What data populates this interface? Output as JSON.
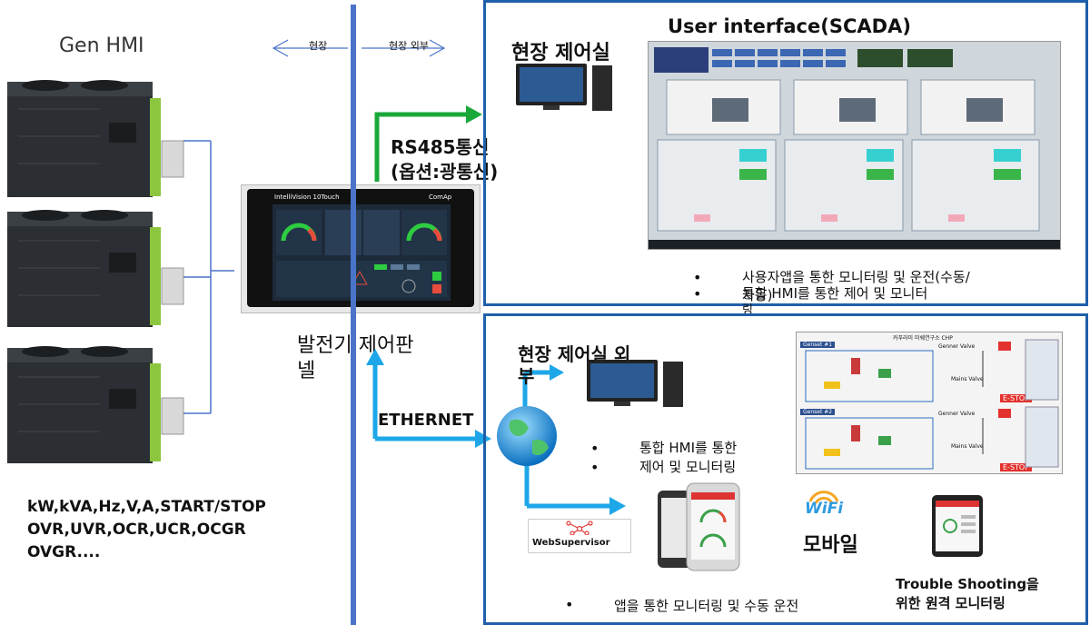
{
  "left": {
    "title": "Gen HMI",
    "specs": [
      "kW,kVA,Hz,V,A,START/STOP",
      "OVR,UVR,OCR,UCR,OCGR",
      "OVGR...."
    ]
  },
  "divider": {
    "left_label": "현장",
    "right_label": "현장 외부"
  },
  "panel": {
    "device_brand_left": "IntelliVision 10Touch",
    "device_brand_right": "ComAp",
    "title_line1": "발전기 제어판",
    "title_line2": "넬"
  },
  "links": {
    "rs485_line1": "RS485통신",
    "rs485_line2": "(옵션:광통신)",
    "ethernet": "ETHERNET"
  },
  "top_box": {
    "title": "현장 제어실",
    "scada_title": "User interface(SCADA)",
    "bullet1": "사용자앱을 통한 모니터링 및 운전(수동/",
    "bullet1_cont": "자동)",
    "bullet2": "통합 HMI를 통한 제어 및 모니터",
    "bullet2_cont": "링"
  },
  "bottom_box": {
    "title_line1": "현장 제어실 외",
    "title_line2": "부",
    "bullet1": "통합 HMI를 통한",
    "bullet2": "제어 및 모니터링",
    "websupervisor": "WebSupervisor",
    "wifi": "WiFi",
    "mobile": "모바일",
    "trouble_line1": "Trouble Shooting을",
    "trouble_line2": "위한 원격 모니터링",
    "app_bullet": "앱을 통한 모니터링 및 수동 운전",
    "chp_title": "커푸라미 미쉐연구소 CHP",
    "genset1": "Genset #1",
    "genset2": "Genset #2",
    "gen_valve": "Genner Valve",
    "mains_valve": "Mains Valve",
    "estop": "E-STOP"
  },
  "colors": {
    "frame": "#1f5faa",
    "divider": "#4a74c9",
    "green": "#1aa83a",
    "cyan": "#1ea7e8"
  }
}
